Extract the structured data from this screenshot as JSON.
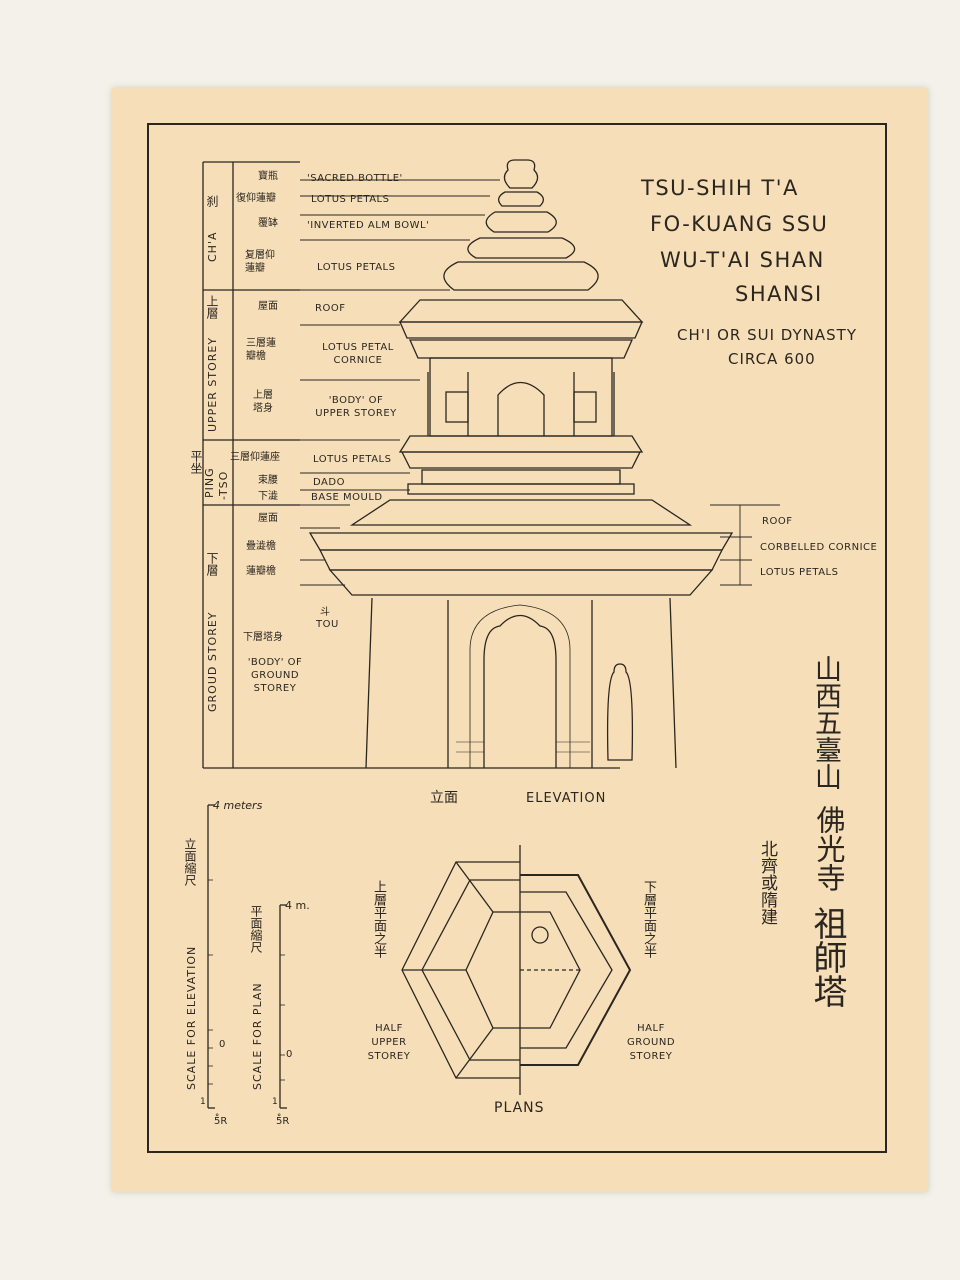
{
  "title": {
    "line1": "TSU-SHIH T'A",
    "line2": "FO-KUANG SSU",
    "line3": "WU-T'AI SHAN",
    "line4": "SHANSI",
    "dynasty": "CH'I OR SUI DYNASTY",
    "date": "CIRCA 600"
  },
  "chinese_title": {
    "main1": "山西五臺山",
    "main2": "佛光寺",
    "main3": "祖師塔",
    "secondary": "北齊或隋建"
  },
  "sections": {
    "cha_cn": "刹",
    "cha_en": "CH'A",
    "upper_cn": "上層",
    "upper_en": "UPPER STOREY",
    "ping_cn": "平坐",
    "ping_en1": "PING",
    "ping_en2": "-TSO",
    "ground_cn": "下層",
    "ground_en": "GROUD STOREY"
  },
  "left_labels": [
    {
      "cn": "寶瓶",
      "en": "'SACRED BOTTLE'"
    },
    {
      "cn": "復仰蓮瓣",
      "en": "LOTUS PETALS"
    },
    {
      "cn": "覆缽",
      "en": "'INVERTED ALM BOWL'"
    },
    {
      "cn": "复層仰蓮瓣",
      "en": "LOTUS PETALS"
    },
    {
      "cn": "屋面",
      "en": "ROOF"
    },
    {
      "cn": "三層蓮瓣檐",
      "en": "LOTUS PETAL CORNICE"
    },
    {
      "cn": "上層塔身",
      "en": "'BODY' OF UPPER STOREY"
    },
    {
      "cn": "三層仰蓮座",
      "en": "LOTUS PETALS"
    },
    {
      "cn": "束腰",
      "en": "DADO"
    },
    {
      "cn": "下澁",
      "en": "BASE MOULD"
    },
    {
      "cn": "屋面",
      "en": ""
    },
    {
      "cn": "疊澁檐",
      "en": ""
    },
    {
      "cn": "蓮瓣檐",
      "en": ""
    },
    {
      "cn": "下層塔身",
      "en": "'BODY' OF GROUND STOREY"
    }
  ],
  "right_labels": [
    "ROOF",
    "CORBELLED CORNICE",
    "LOTUS PETALS"
  ],
  "tou": {
    "cn": "斗",
    "en": "TOU"
  },
  "elevation": {
    "cn": "立面",
    "en": "ELEVATION"
  },
  "plans": {
    "label": "PLANS",
    "upper_en": "HALF UPPER STOREY",
    "upper_cn": "上層平面之半",
    "ground_en": "HALF GROUND STOREY",
    "ground_cn": "下層平面之半"
  },
  "scales": {
    "elev_cn": "立面縮尺",
    "elev_en": "SCALE FOR ELEVATION",
    "elev_top": "4 meters",
    "plan_cn": "平面縮尺",
    "plan_en": "SCALE FOR PLAN",
    "plan_top": "4 m.",
    "zero": "0",
    "one": "1",
    "r_label": "5̊R"
  }
}
